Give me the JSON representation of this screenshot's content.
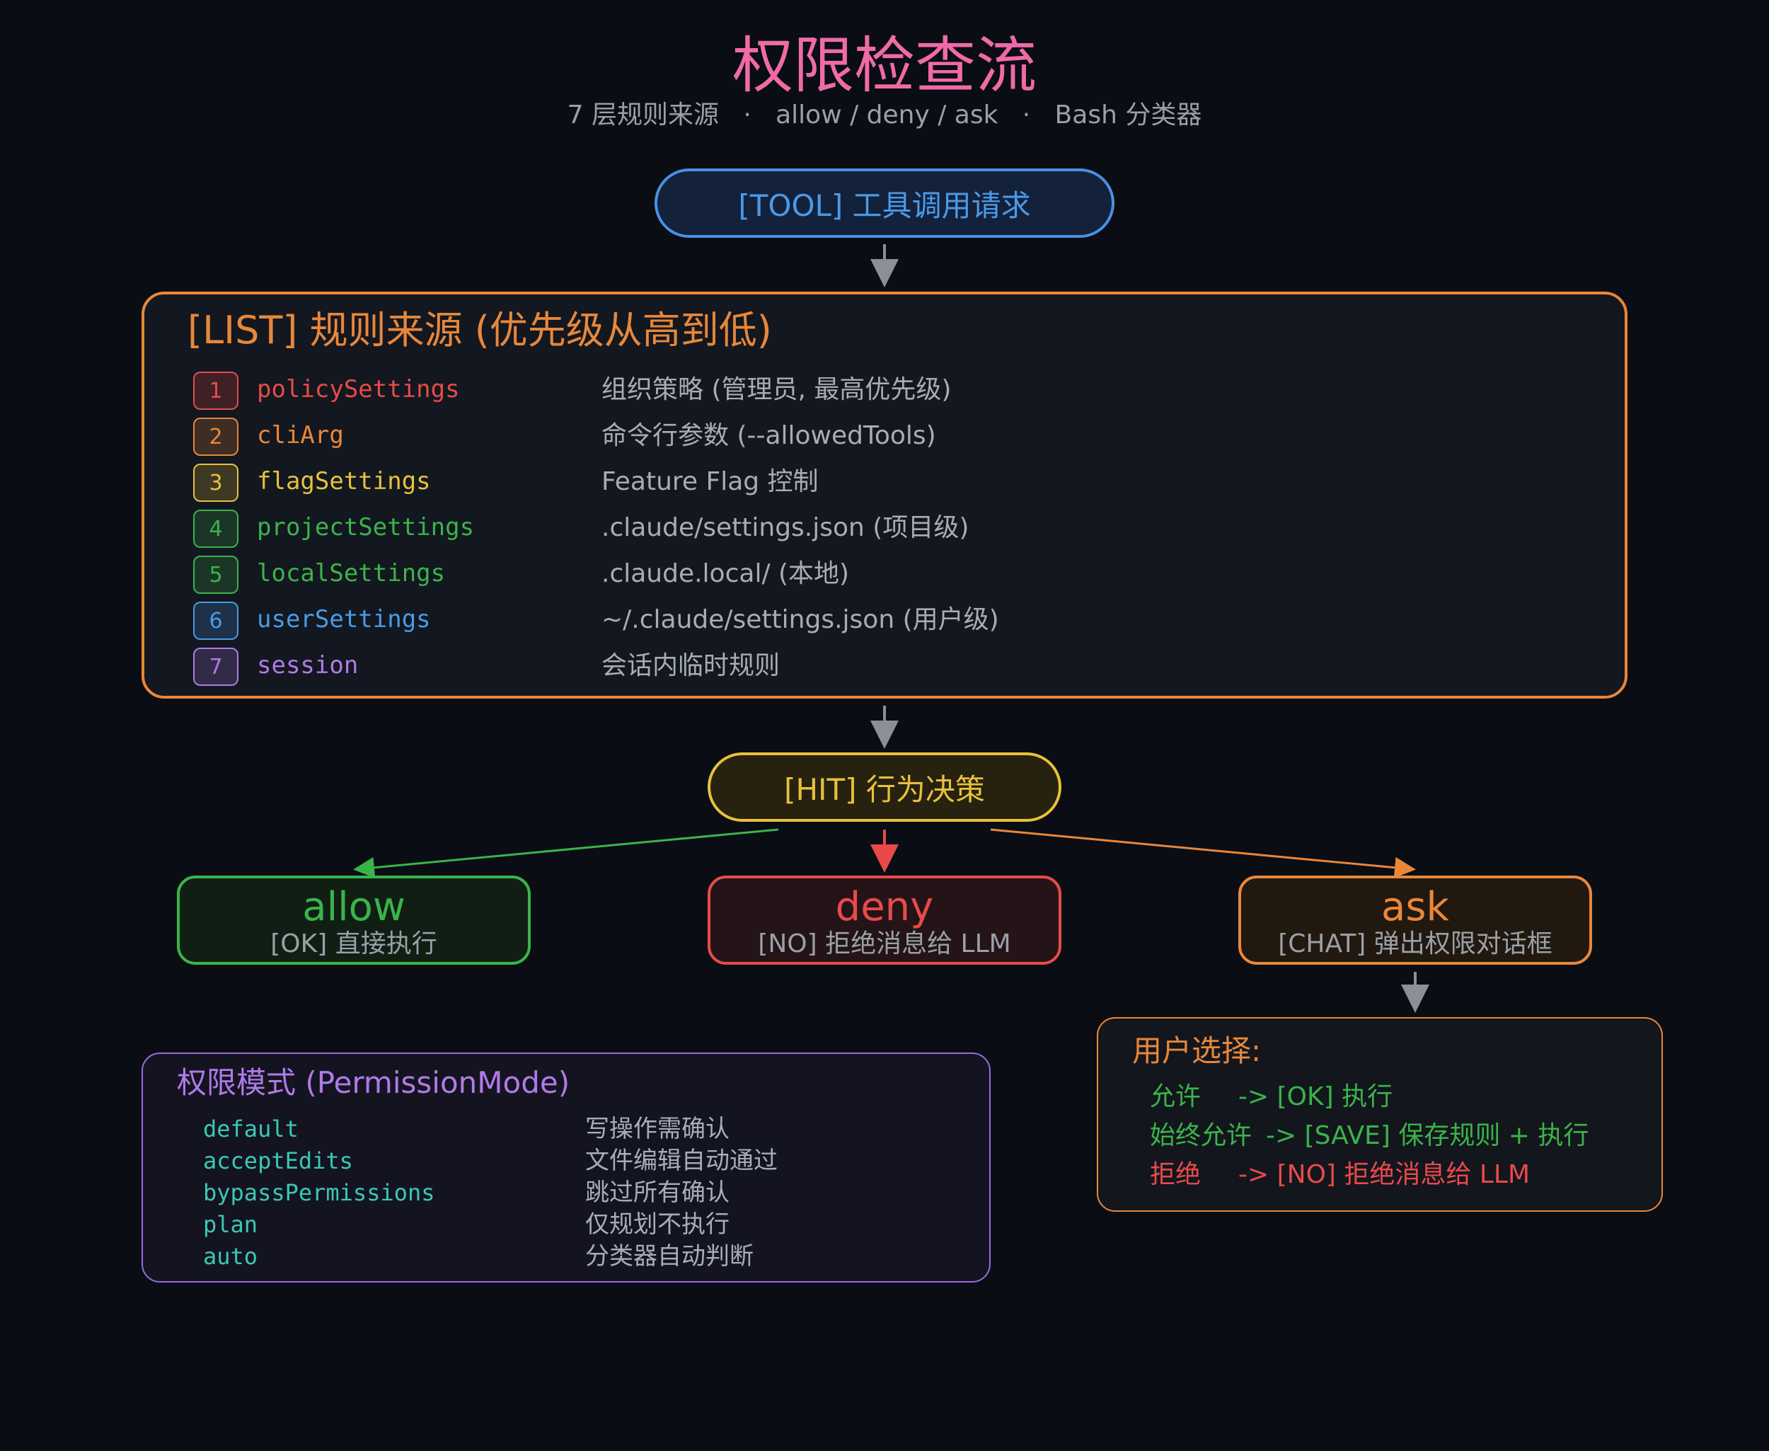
{
  "title": "权限检查流",
  "subtitle": "7 层规则来源   ·   allow / deny / ask   ·   Bash 分类器",
  "tool_request": "[TOOL] 工具调用请求",
  "sources": {
    "heading": "[LIST] 规则来源 (优先级从高到低)",
    "items": [
      {
        "num": "1",
        "name": "policySettings",
        "desc": "组织策略 (管理员, 最高优先级)",
        "color": "#e84a4a"
      },
      {
        "num": "2",
        "name": "cliArg",
        "desc": "命令行参数 (--allowedTools)",
        "color": "#e8873a"
      },
      {
        "num": "3",
        "name": "flagSettings",
        "desc": "Feature Flag 控制",
        "color": "#e8c13a"
      },
      {
        "num": "4",
        "name": "projectSettings",
        "desc": ".claude/settings.json (项目级)",
        "color": "#3ab44a"
      },
      {
        "num": "5",
        "name": "localSettings",
        "desc": ".claude.local/ (本地)",
        "color": "#3ab44a"
      },
      {
        "num": "6",
        "name": "userSettings",
        "desc": "~/.claude/settings.json (用户级)",
        "color": "#4a9ae8"
      },
      {
        "num": "7",
        "name": "session",
        "desc": "会话内临时规则",
        "color": "#b07ae8"
      }
    ]
  },
  "hit": "[HIT] 行为决策",
  "decisions": {
    "allow": {
      "label": "allow",
      "sub": "[OK] 直接执行"
    },
    "deny": {
      "label": "deny",
      "sub": "[NO] 拒绝消息给 LLM"
    },
    "ask": {
      "label": "ask",
      "sub": "[CHAT] 弹出权限对话框"
    }
  },
  "modes": {
    "heading": "权限模式 (PermissionMode)",
    "items": [
      {
        "name": "default",
        "desc": "写操作需确认"
      },
      {
        "name": "acceptEdits",
        "desc": "文件编辑自动通过"
      },
      {
        "name": "bypassPermissions",
        "desc": "跳过所有确认"
      },
      {
        "name": "plan",
        "desc": "仅规划不执行"
      },
      {
        "name": "auto",
        "desc": "分类器自动判断"
      }
    ]
  },
  "user_choice": {
    "heading": "用户选择:",
    "items": [
      {
        "option": "允许",
        "action": "-> [OK] 执行",
        "color": "#3ab44a"
      },
      {
        "option": "始终允许",
        "action": "-> [SAVE] 保存规则 + 执行",
        "color": "#3ab44a"
      },
      {
        "option": "拒绝",
        "action": "-> [NO] 拒绝消息给 LLM",
        "color": "#e84a4a"
      }
    ]
  },
  "colors": {
    "arrow_gray": "#8a8f98",
    "allow": "#3ab44a",
    "deny": "#e84a4a",
    "ask": "#e8873a"
  }
}
